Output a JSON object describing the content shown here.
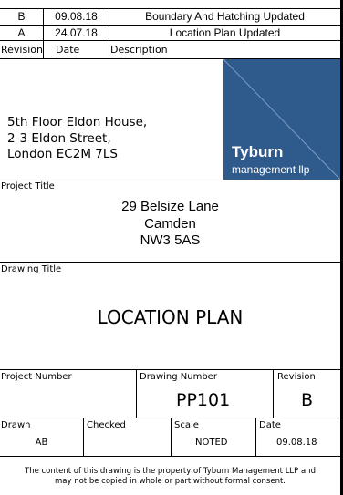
{
  "revisions": [
    {
      "rev": "B",
      "date": "09.08.18",
      "description": "Boundary And Hatching Updated"
    },
    {
      "rev": "A",
      "date": "24.07.18",
      "description": "Location Plan Updated"
    }
  ],
  "revision_header": {
    "rev": "Revision",
    "date": "Date",
    "description": "Description"
  },
  "address": {
    "line1": "5th Floor Eldon House,",
    "line2": "2-3 Eldon Street,",
    "line3": "London EC2M 7LS"
  },
  "logo": {
    "name": "Tyburn",
    "tagline": "management llp",
    "color": "#2f5a8c"
  },
  "project": {
    "label": "Project Title",
    "line1": "29 Belsize Lane",
    "line2": "Camden",
    "line3": "NW3 5AS"
  },
  "drawing": {
    "label": "Drawing Title",
    "title": "LOCATION PLAN"
  },
  "numbers": {
    "project_number_label": "Project Number",
    "drawing_number_label": "Drawing Number",
    "drawing_number": "PP101",
    "revision_label": "Revision",
    "revision": "B"
  },
  "meta": {
    "drawn_label": "Drawn",
    "drawn": "AB",
    "checked_label": "Checked",
    "scale_label": "Scale",
    "scale": "NOTED",
    "date_label": "Date",
    "date": "09.08.18"
  },
  "footer": {
    "line1": "The content of this drawing is the property of Tyburn Management LLP and",
    "line2": "may not be copied in whole or part without formal consent."
  }
}
